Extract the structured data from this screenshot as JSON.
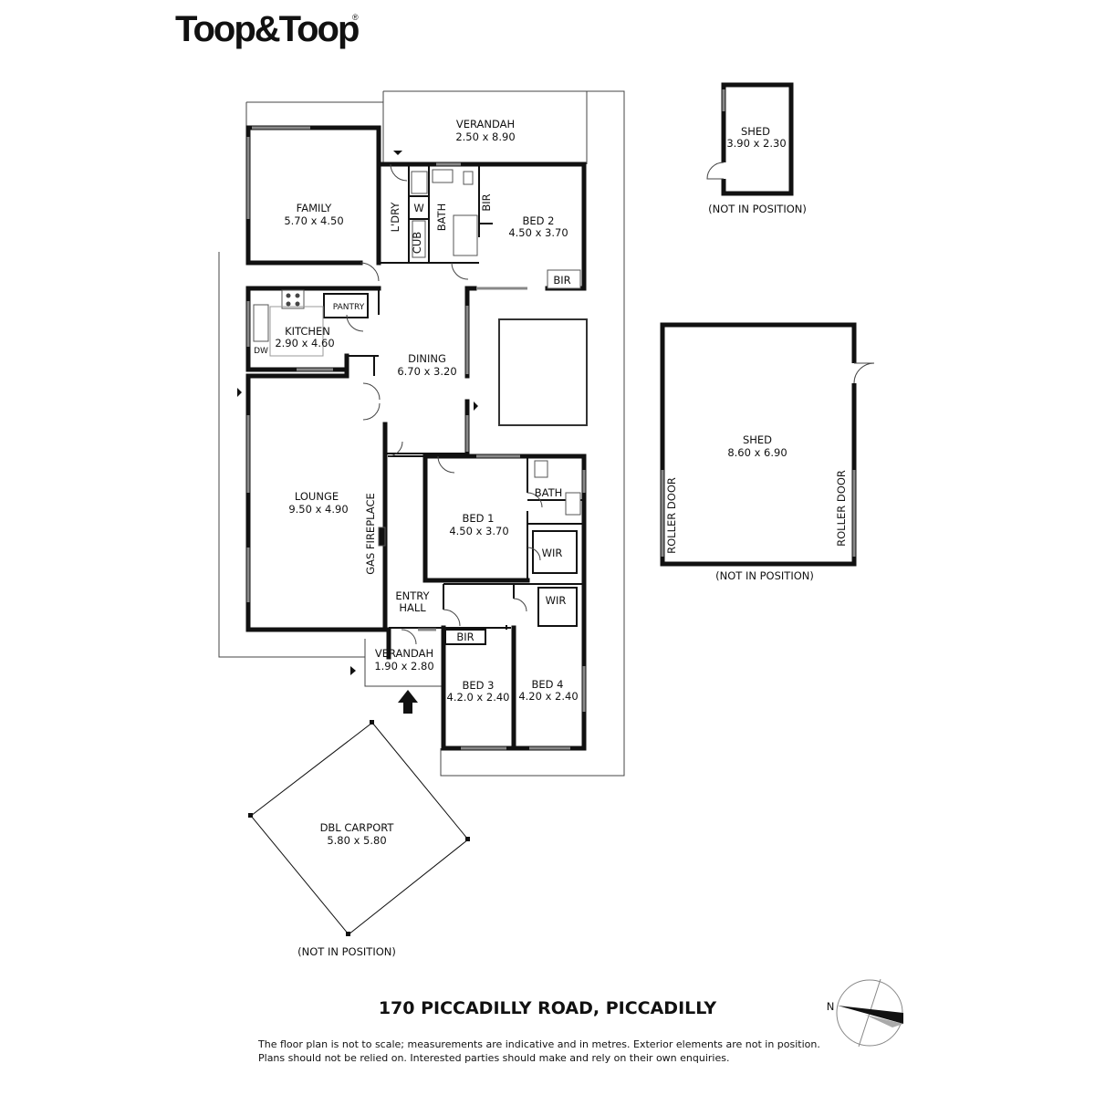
{
  "brand": {
    "logo_text": "Toop&Toop",
    "registered_mark": "®"
  },
  "rooms": {
    "verandah_rear": {
      "name": "VERANDAH",
      "dims": "2.50 x 8.90"
    },
    "family": {
      "name": "FAMILY",
      "dims": "5.70 x 4.50"
    },
    "laundry": {
      "name": "L'DRY"
    },
    "laundry_w": {
      "name": "W"
    },
    "cupboard": {
      "name": "CUB"
    },
    "bath_upper": {
      "name": "BATH"
    },
    "bir_upper": {
      "name": "BIR"
    },
    "bed2": {
      "name": "BED 2",
      "dims": "4.50 x 3.70"
    },
    "bed2_bir": {
      "name": "BIR"
    },
    "kitchen": {
      "name": "KITCHEN",
      "dims": "2.90 x 4.60"
    },
    "pantry": {
      "name": "PANTRY"
    },
    "dishwasher": {
      "name": "DW"
    },
    "dining": {
      "name": "DINING",
      "dims": "6.70 x 3.20"
    },
    "lounge": {
      "name": "LOUNGE",
      "dims": "9.50 x 4.90"
    },
    "gas_fireplace": {
      "name": "GAS FIREPLACE"
    },
    "bed1": {
      "name": "BED 1",
      "dims": "4.50 x 3.70"
    },
    "bath_lower": {
      "name": "BATH"
    },
    "wir_bed1": {
      "name": "WIR"
    },
    "wir_bed4": {
      "name": "WIR"
    },
    "entry_hall": {
      "name_line1": "ENTRY",
      "name_line2": "HALL"
    },
    "bir_bed3": {
      "name": "BIR"
    },
    "verandah_front": {
      "name": "VERANDAH",
      "dims": "1.90 x 2.80"
    },
    "bed3": {
      "name": "BED 3",
      "dims": "4.2.0 x 2.40"
    },
    "bed4": {
      "name": "BED 4",
      "dims": "4.20 x 2.40"
    },
    "carport": {
      "name": "DBL CARPORT",
      "dims": "5.80 x 5.80",
      "note": "(NOT IN POSITION)"
    },
    "shed_small": {
      "name": "SHED",
      "dims": "3.90 x 2.30",
      "note": "(NOT IN POSITION)"
    },
    "shed_large": {
      "name": "SHED",
      "dims": "8.60 x 6.90",
      "note": "(NOT IN POSITION)",
      "left_door": "ROLLER DOOR",
      "right_door": "ROLLER DOOR"
    }
  },
  "address": "170 PICCADILLY ROAD, PICCADILLY",
  "compass": {
    "north_label": "N"
  },
  "disclaimer": {
    "line1": "The floor plan is not to scale; measurements are indicative and in metres. Exterior elements are not in position.",
    "line2": "Plans should not be relied on. Interested parties should make and rely on their own enquiries."
  },
  "colors": {
    "walls": "#111111",
    "windows": "#888888",
    "background": "#ffffff"
  }
}
